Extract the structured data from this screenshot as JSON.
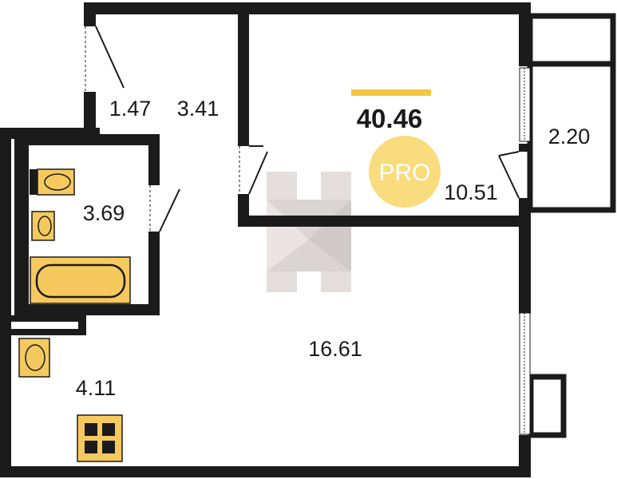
{
  "plan": {
    "total_area": "40.46",
    "badge": "PRO",
    "rooms": {
      "corridor_small": "1.47",
      "hallway": "3.41",
      "bathroom": "3.69",
      "bedroom": "10.51",
      "balcony": "2.20",
      "living": "16.61",
      "kitchen": "4.11"
    }
  },
  "colors": {
    "wall": "#1b1b1b",
    "accent": "#f2c744",
    "fixture_fill": "#f6c95f",
    "watermark": "#b9b1ad"
  },
  "icons": [
    "door-icon",
    "window-icon",
    "toilet-icon",
    "sink-icon",
    "bathtub-icon",
    "stove-icon",
    "watermark-logo-icon"
  ]
}
